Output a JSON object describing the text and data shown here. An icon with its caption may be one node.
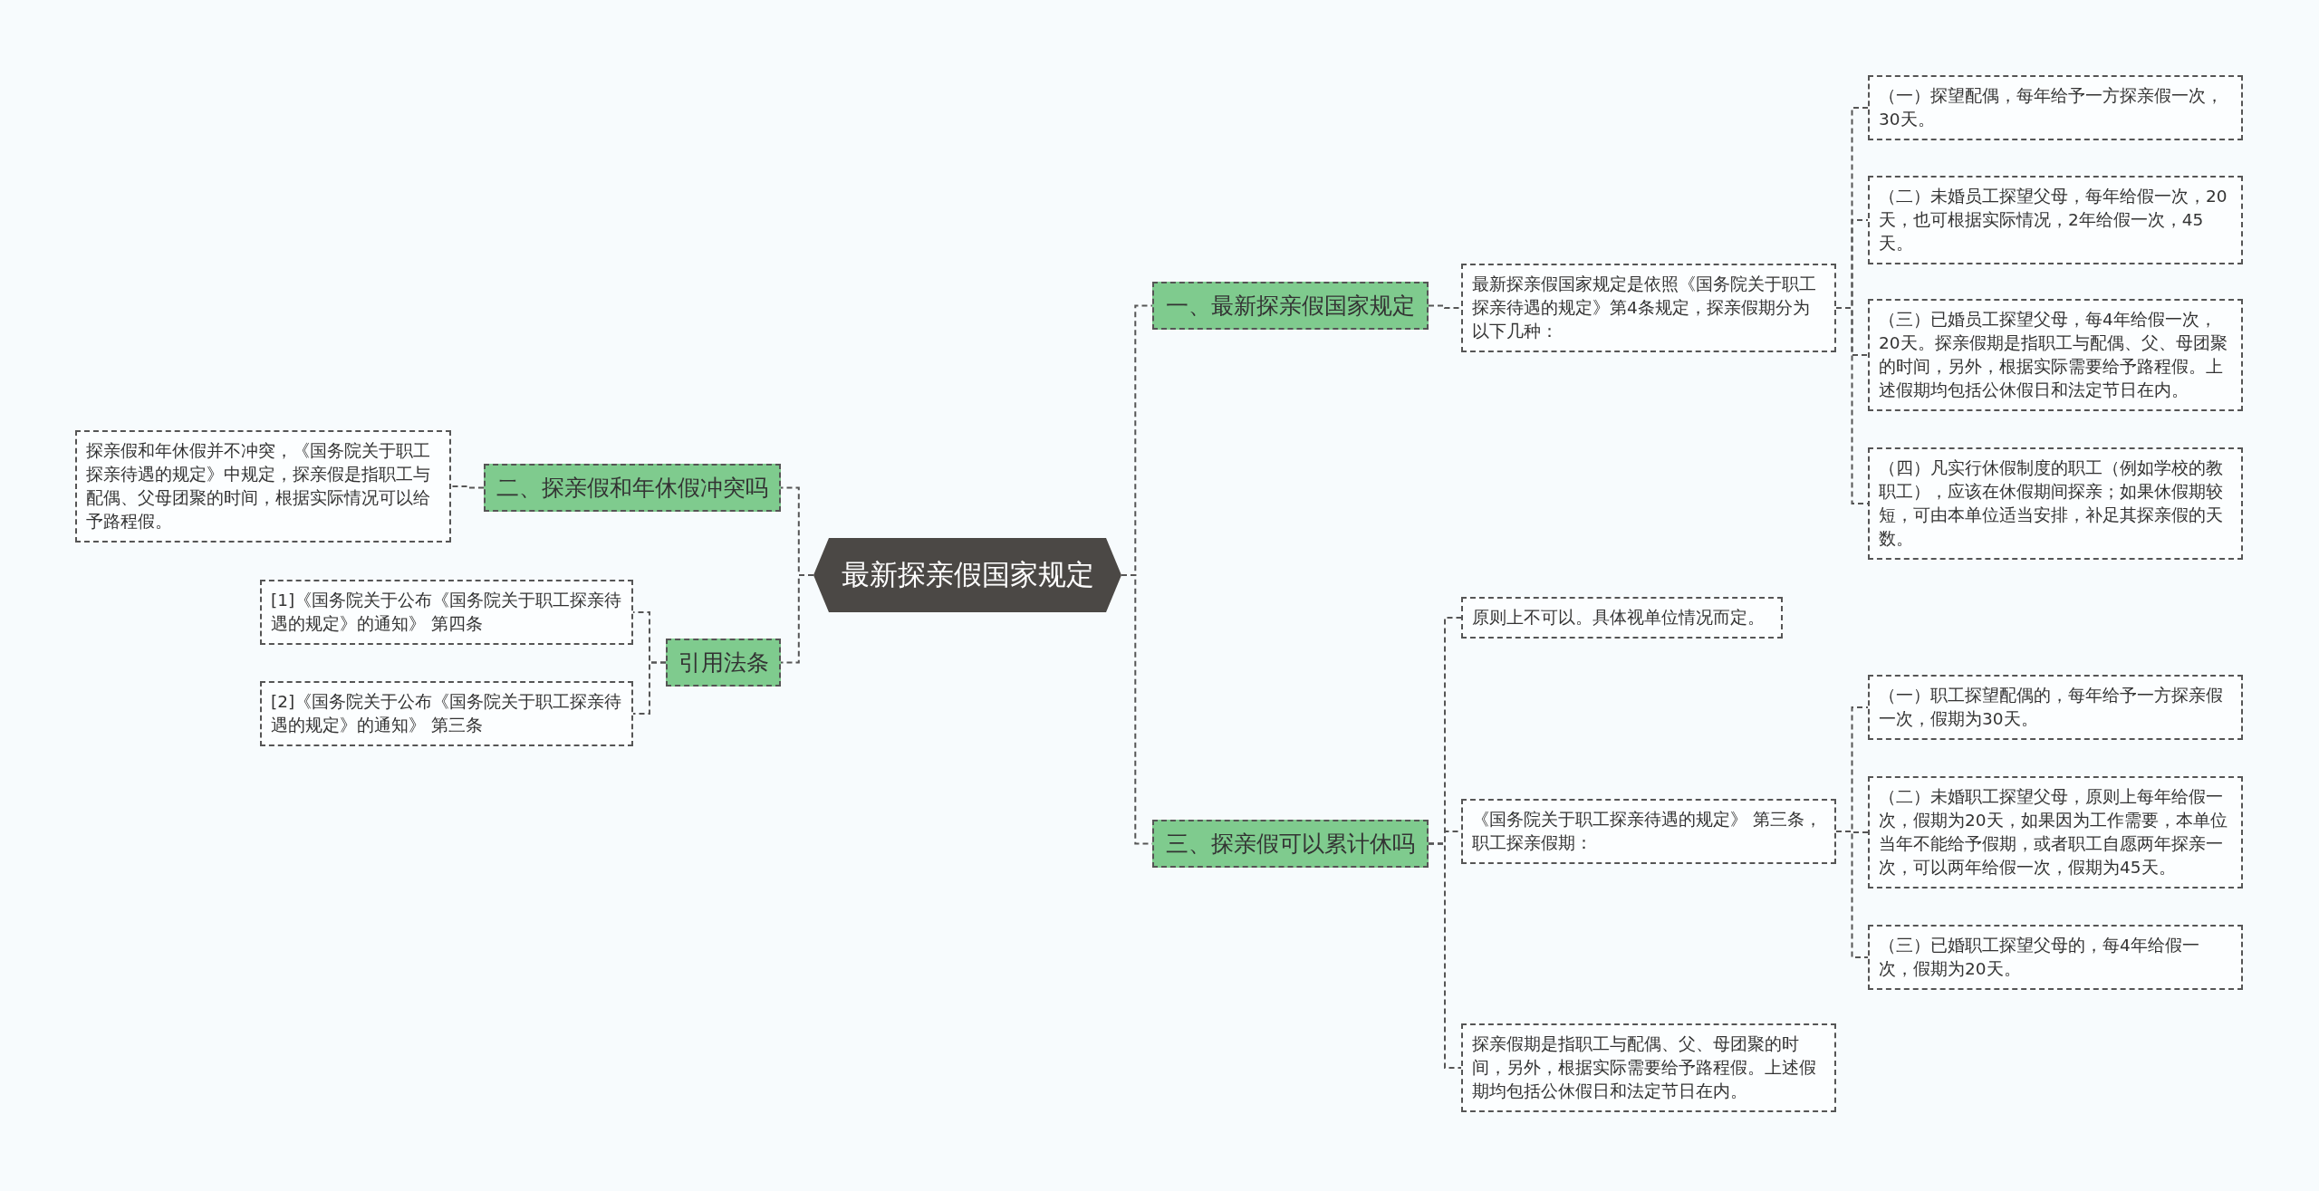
{
  "diagram": {
    "nodes": [
      {
        "text": [
          "最新探亲假国家规定"
        ]
      },
      {
        "text": [
          "一、最新探亲假国家规定"
        ]
      },
      {
        "text": [
          "最新探亲假国家规定是依照《国务院关于职工探亲待遇的规定》第4条规定，探亲假期分为以下几种："
        ]
      },
      {
        "text": [
          "（一）探望配偶，每年给予一方探亲假一次，30天。"
        ]
      },
      {
        "text": [
          "（二）未婚员工探望父母，每年给假一次，20天，也可根据实际情况，2年给假一次，45天。"
        ]
      },
      {
        "text": [
          "（三）已婚员工探望父母，每4年给假一次，20天。探亲假期是指职工与配偶、父、母团聚的时间，另外，根据实际需要给予路程假。上述假期均包括公休假日和法定节日在内。"
        ]
      },
      {
        "text": [
          "（四）凡实行休假制度的职工（例如学校的教职工），应该在休假期间探亲；如果休假期较短，可由本单位适当安排，补足其探亲假的天数。"
        ]
      },
      {
        "text": [
          "三、探亲假可以累计休吗"
        ]
      },
      {
        "text": [
          "原则上不可以。具体视单位情况而定。"
        ]
      },
      {
        "text": [
          "《国务院关于职工探亲待遇的规定》 第三条，职工探亲假期："
        ]
      },
      {
        "text": [
          "（一）职工探望配偶的，每年给予一方探亲假一次，假期为30天。"
        ]
      },
      {
        "text": [
          "（二）未婚职工探望父母，原则上每年给假一次，假期为20天，如果因为工作需要，本单位当年不能给予假期，或者职工自愿两年探亲一次，可以两年给假一次，假期为45天。"
        ]
      },
      {
        "text": [
          "（三）已婚职工探望父母的，每4年给假一次，假期为20天。"
        ]
      },
      {
        "text": [
          "探亲假期是指职工与配偶、父、母团聚的时间，另外，根据实际需要给予路程假。上述假期均包括公休假日和法定节日在内。"
        ]
      },
      {
        "text": [
          "二、探亲假和年休假冲突吗"
        ]
      },
      {
        "text": [
          "探亲假和年休假并不冲突，《国务院关于职工探亲待遇的规定》中规定，探亲假是指职工与配偶、父母团聚的时间，根据实际情况可以给予路程假。"
        ]
      },
      {
        "text": [
          "引用法条"
        ]
      },
      {
        "text": [
          "[1]《国务院关于公布《国务院关于职工探亲待遇的规定》的通知》 第四条"
        ]
      },
      {
        "text": [
          "[2]《国务院关于公布《国务院关于职工探亲待遇的规定》的通知》 第三条"
        ]
      }
    ],
    "edges": [
      {
        "from": 0,
        "to": 1,
        "arrow": "none"
      },
      {
        "from": 1,
        "to": 2,
        "arrow": "none"
      },
      {
        "from": 2,
        "to": 3,
        "arrow": "none"
      },
      {
        "from": 2,
        "to": 4,
        "arrow": "none"
      },
      {
        "from": 2,
        "to": 5,
        "arrow": "none"
      },
      {
        "from": 2,
        "to": 6,
        "arrow": "none"
      },
      {
        "from": 0,
        "to": 7,
        "arrow": "none"
      },
      {
        "from": 7,
        "to": 8,
        "arrow": "none"
      },
      {
        "from": 7,
        "to": 9,
        "arrow": "none"
      },
      {
        "from": 9,
        "to": 10,
        "arrow": "none"
      },
      {
        "from": 9,
        "to": 11,
        "arrow": "none"
      },
      {
        "from": 9,
        "to": 12,
        "arrow": "none"
      },
      {
        "from": 7,
        "to": 13,
        "arrow": "none"
      },
      {
        "from": 0,
        "to": 14,
        "arrow": "none"
      },
      {
        "from": 14,
        "to": 15,
        "arrow": "none"
      },
      {
        "from": 0,
        "to": 16,
        "arrow": "none"
      },
      {
        "from": 16,
        "to": 17,
        "arrow": "none"
      },
      {
        "from": 16,
        "to": 18,
        "arrow": "none"
      }
    ]
  }
}
